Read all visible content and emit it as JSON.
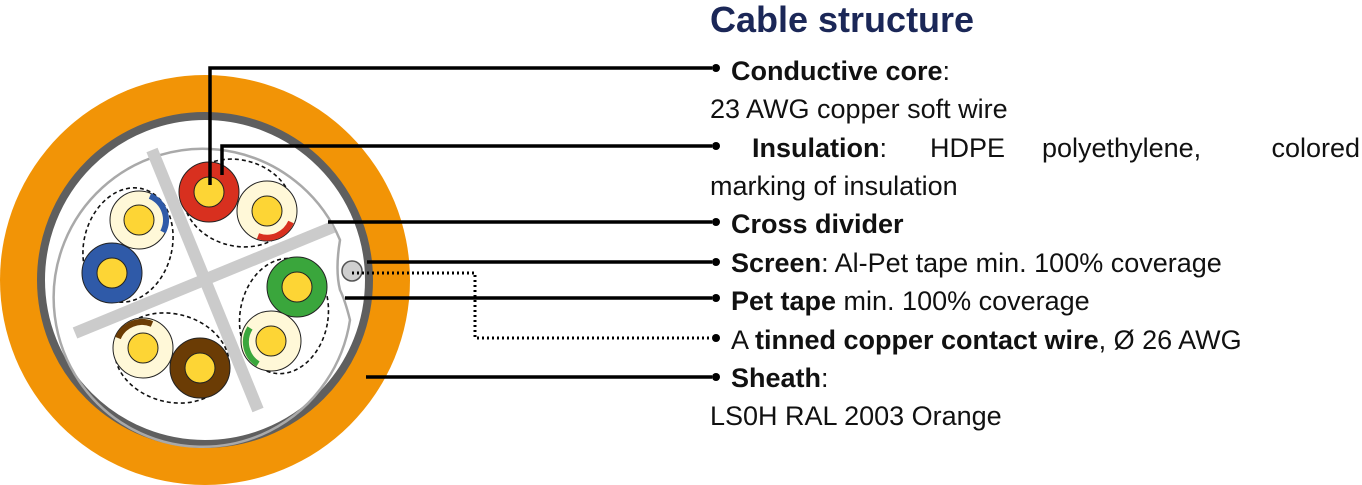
{
  "title": "Cable structure",
  "colors": {
    "sheath": "#f29406",
    "screen": "#5f5f5f",
    "pet_tape": "#a9a9a9",
    "cross_divider": "#cbcbcb",
    "copper": "#fdd535",
    "cream": "#fff8d8",
    "red": "#d8301f",
    "blue": "#2f5aa8",
    "green": "#3aa63c",
    "brown": "#6b3c05",
    "title": "#1b2757"
  },
  "items": [
    {
      "bold": "Conductive core",
      "rest": ":",
      "line2": "23 AWG copper soft wire"
    },
    {
      "bold": "Insulation",
      "rest_parts": [
        ":",
        "HDPE",
        "polyethylene,",
        "colored"
      ],
      "line2": "marking of insulation"
    },
    {
      "bold": "Cross divider",
      "rest": ""
    },
    {
      "bold": "Screen",
      "rest": ": Al-Pet tape min. 100% coverage"
    },
    {
      "bold": "Pet tape",
      "rest": " min. 100% coverage"
    },
    {
      "pre": "A ",
      "bold": "tinned copper contact wire",
      "rest": ", Ø 26 AWG"
    },
    {
      "bold": "Sheath",
      "rest": ":",
      "line2": "LS0H RAL 2003 Orange"
    }
  ]
}
